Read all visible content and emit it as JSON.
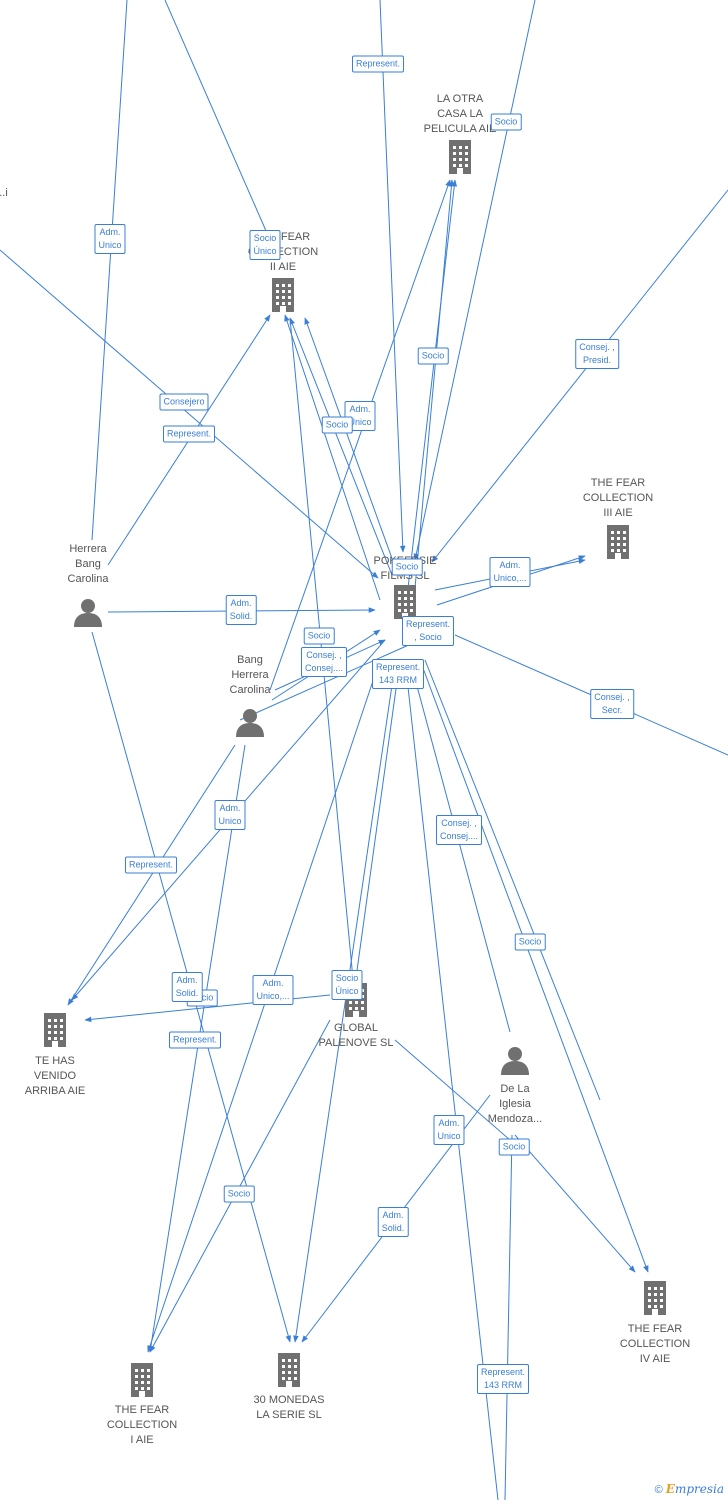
{
  "nodes": [
    {
      "id": "otra_casa",
      "type": "company",
      "label_lines": [
        "LA OTRA",
        "CASA LA",
        "PELICULA AIE"
      ]
    },
    {
      "id": "fear_ii",
      "type": "company",
      "label_lines": [
        "THE FEAR",
        "COLLECTION",
        "II AIE"
      ]
    },
    {
      "id": "fear_iii",
      "type": "company",
      "label_lines": [
        "THE FEAR",
        "COLLECTION",
        "III AIE"
      ]
    },
    {
      "id": "pokeepsie",
      "type": "company",
      "label_lines": [
        "POKEEPSIE",
        "FILMS SL"
      ]
    },
    {
      "id": "herrera_bang",
      "type": "person",
      "label_lines": [
        "Herrera",
        "Bang",
        "Carolina"
      ]
    },
    {
      "id": "bang_herrera",
      "type": "person",
      "label_lines": [
        "Bang",
        "Herrera",
        "Carolina"
      ]
    },
    {
      "id": "te_has_venido",
      "type": "company",
      "label_lines": [
        "TE HAS",
        "VENIDO",
        "ARRIBA AIE"
      ]
    },
    {
      "id": "global_palenove",
      "type": "company",
      "label_lines": [
        "GLOBAL",
        "PALENOVE SL"
      ]
    },
    {
      "id": "de_la_iglesia",
      "type": "person",
      "label_lines": [
        "De La",
        "Iglesia",
        "Mendoza..."
      ]
    },
    {
      "id": "fear_iv",
      "type": "company",
      "label_lines": [
        "THE FEAR",
        "COLLECTION",
        "IV AIE"
      ]
    },
    {
      "id": "fear_i",
      "type": "company",
      "label_lines": [
        "THE FEAR",
        "COLLECTION",
        "I AIE"
      ]
    },
    {
      "id": "treinta_monedas",
      "type": "company",
      "label_lines": [
        "30 MONEDAS",
        "LA SERIE SL"
      ]
    }
  ],
  "offscreen_label_lines": [
    "...i"
  ],
  "edge_labels": [
    {
      "id": "represent_top",
      "lines": [
        "Represent."
      ]
    },
    {
      "id": "socio_otra",
      "lines": [
        "Socio"
      ]
    },
    {
      "id": "adm_unico_left",
      "lines": [
        "Adm.",
        "Unico"
      ]
    },
    {
      "id": "socio_unico_ii",
      "lines": [
        "Socio",
        "Único"
      ]
    },
    {
      "id": "consej_presid",
      "lines": [
        "Consej. ,",
        "Presid."
      ]
    },
    {
      "id": "socio_mid",
      "lines": [
        "Socio"
      ]
    },
    {
      "id": "consejero",
      "lines": [
        "Consejero"
      ]
    },
    {
      "id": "adm_unico_mid",
      "lines": [
        "Adm.",
        "Unico"
      ]
    },
    {
      "id": "socio_mid2",
      "lines": [
        "Socio"
      ]
    },
    {
      "id": "represent_left",
      "lines": [
        "Represent."
      ]
    },
    {
      "id": "adm_unico_iii",
      "lines": [
        "Adm.",
        "Unico,..."
      ]
    },
    {
      "id": "socio_center",
      "lines": [
        "Socio"
      ]
    },
    {
      "id": "adm_solid_hb",
      "lines": [
        "Adm.",
        "Solid."
      ]
    },
    {
      "id": "represent_socio",
      "lines": [
        "Represent.",
        ", Socio"
      ]
    },
    {
      "id": "socio_bh",
      "lines": [
        "Socio"
      ]
    },
    {
      "id": "consej_bh",
      "lines": [
        "Consej. ,",
        "Consej...."
      ]
    },
    {
      "id": "represent_143",
      "lines": [
        "Represent.",
        "143 RRM"
      ]
    },
    {
      "id": "consej_secr",
      "lines": [
        "Consej. ,",
        "Secr."
      ]
    },
    {
      "id": "adm_unico_bh",
      "lines": [
        "Adm.",
        "Unico"
      ]
    },
    {
      "id": "consej_consej",
      "lines": [
        "Consej. ,",
        "Consej...."
      ]
    },
    {
      "id": "represent_te",
      "lines": [
        "Represent."
      ]
    },
    {
      "id": "socio_iv",
      "lines": [
        "Socio"
      ]
    },
    {
      "id": "socio_gp",
      "lines": [
        "Socio"
      ]
    },
    {
      "id": "adm_solid_te",
      "lines": [
        "Adm.",
        "Solid."
      ]
    },
    {
      "id": "adm_unico_gp",
      "lines": [
        "Adm.",
        "Unico,..."
      ]
    },
    {
      "id": "socio_unico_gp",
      "lines": [
        "Socio",
        "Único"
      ]
    },
    {
      "id": "represent_te2",
      "lines": [
        "Represent."
      ]
    },
    {
      "id": "adm_unico_dl",
      "lines": [
        "Adm.",
        "Unico"
      ]
    },
    {
      "id": "socio_dl",
      "lines": [
        "Socio"
      ]
    },
    {
      "id": "socio_30",
      "lines": [
        "Socio"
      ]
    },
    {
      "id": "adm_solid_30",
      "lines": [
        "Adm.",
        "Solid."
      ]
    },
    {
      "id": "represent_143_bottom",
      "lines": [
        "Represent.",
        "143 RRM"
      ]
    }
  ],
  "footer": {
    "copyright": "©",
    "brand_initial": "E",
    "brand_rest": "mpresia"
  },
  "colors": {
    "edge": "#3a7fd5",
    "icon": "#707070",
    "label": "#555555"
  }
}
